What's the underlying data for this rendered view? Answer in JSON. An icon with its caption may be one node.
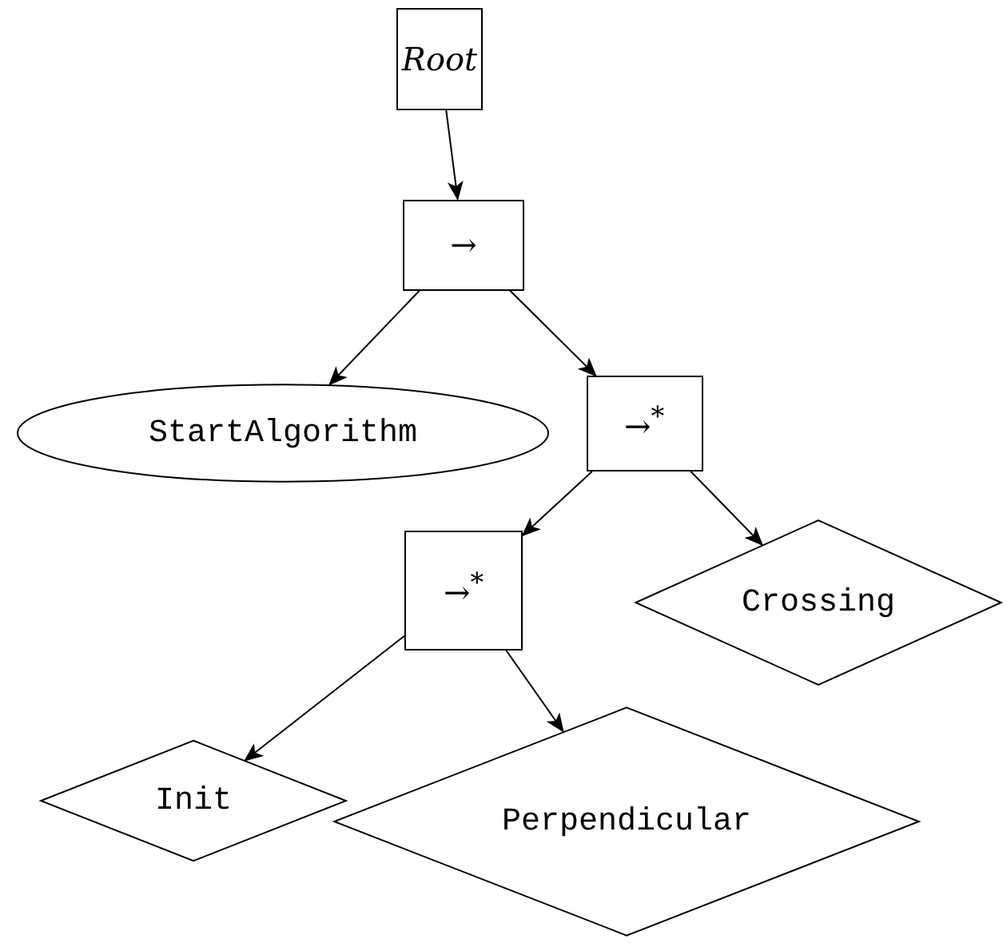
{
  "diagram": {
    "nodes": [
      {
        "text": [
          "Root"
        ]
      },
      {
        "text": [
          "→"
        ]
      },
      {
        "text": [
          "StartAlgorithm"
        ]
      },
      {
        "text": [
          "→$^{*}$"
        ]
      },
      {
        "text": [
          "→$^{*}$"
        ]
      },
      {
        "text": [
          "Crossing"
        ]
      },
      {
        "text": [
          "Init"
        ]
      },
      {
        "text": [
          "Perpendicular"
        ]
      }
    ],
    "edges": [
      {
        "from": 0,
        "to": 1,
        "arrow": "to"
      },
      {
        "from": 1,
        "to": 2,
        "arrow": "to"
      },
      {
        "from": 1,
        "to": 3,
        "arrow": "to"
      },
      {
        "from": 3,
        "to": 4,
        "arrow": "to"
      },
      {
        "from": 3,
        "to": 5,
        "arrow": "to"
      },
      {
        "from": 4,
        "to": 6,
        "arrow": "to"
      },
      {
        "from": 4,
        "to": 7,
        "arrow": "to"
      }
    ]
  }
}
